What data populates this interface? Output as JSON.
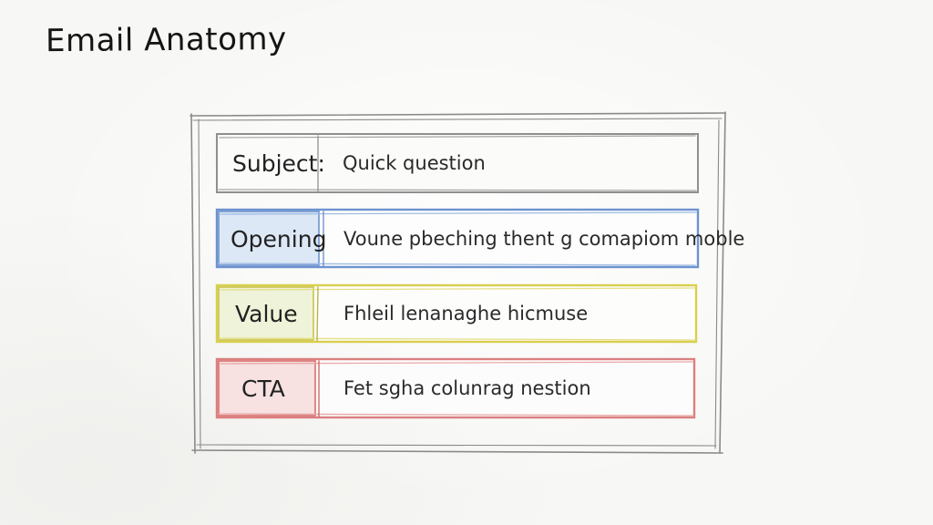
{
  "title": "Email Anatomy",
  "rows": [
    {
      "label": "Subject:",
      "text": "Quick question",
      "color": "#9a9a9a",
      "fill": "#f4f4f2"
    },
    {
      "label": "Opening",
      "text": "Voune pbeching thent g comapiom moble",
      "color": "#6d93cf",
      "fill": "#dde8f6"
    },
    {
      "label": "Value",
      "text": "Fhleil lenanaghe hicmuse",
      "color": "#d8cf4e",
      "fill": "#eef3d9"
    },
    {
      "label": "CTA",
      "text": "Fet sgha colunrag nestion",
      "color": "#db7f7f",
      "fill": "#f7e1e1"
    }
  ]
}
